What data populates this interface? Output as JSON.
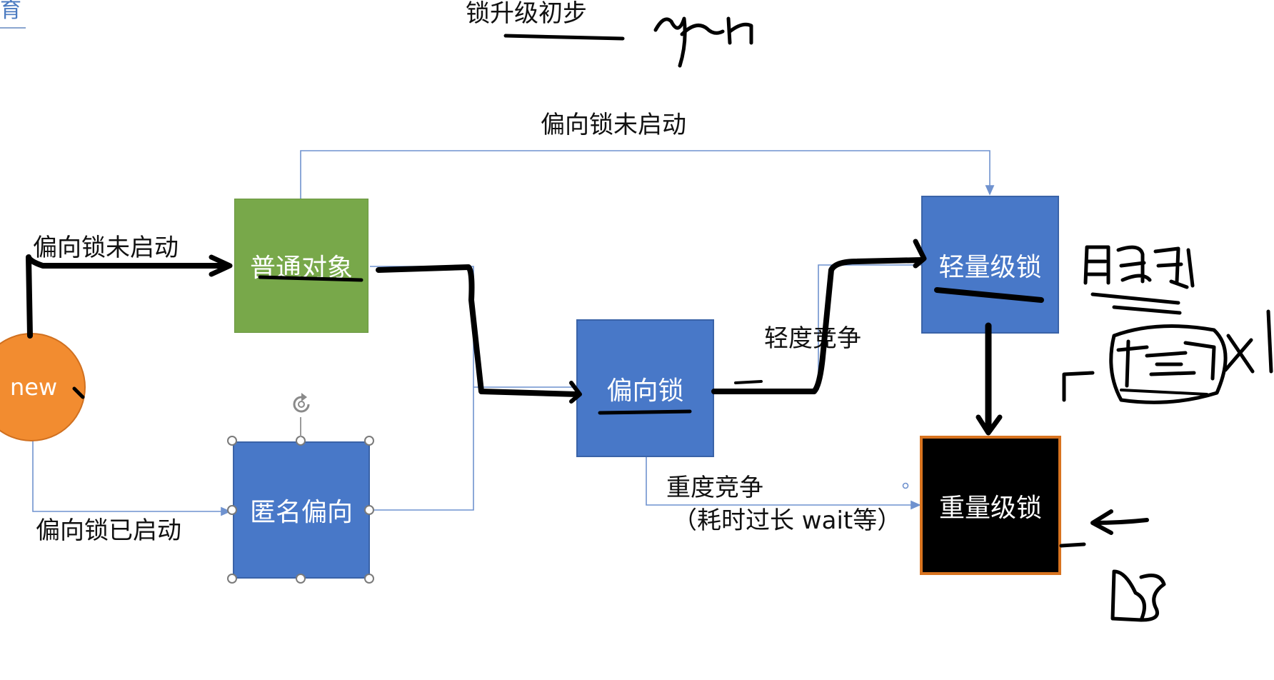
{
  "header": {
    "logo_fragment": "育",
    "title": "锁升级初步"
  },
  "nodes": {
    "new": "new",
    "normal": "普通对象",
    "anonymous_biased": "匿名偏向",
    "biased": "偏向锁",
    "lightweight": "轻量级锁",
    "heavyweight": "重量级锁"
  },
  "edges": {
    "top_label": "偏向锁未启动",
    "left_top_label": "偏向锁未启动",
    "left_bottom_label": "偏向锁已启动",
    "light_contention": "轻度竞争",
    "heavy_contention": "重度竞争",
    "heavy_contention_note": "（耗时过长 wait等）"
  },
  "colors": {
    "green_node": "#78a84a",
    "blue_node": "#4878c8",
    "orange_node": "#f28c30",
    "heavy_border": "#d8731f",
    "connector": "#6f92cf",
    "ink": "#000000"
  },
  "handwriting": {
    "sync": "sync",
    "spin_lock": "自旋锁",
    "blocking_lock_note": "阻塞锁",
    "os": "OS"
  }
}
